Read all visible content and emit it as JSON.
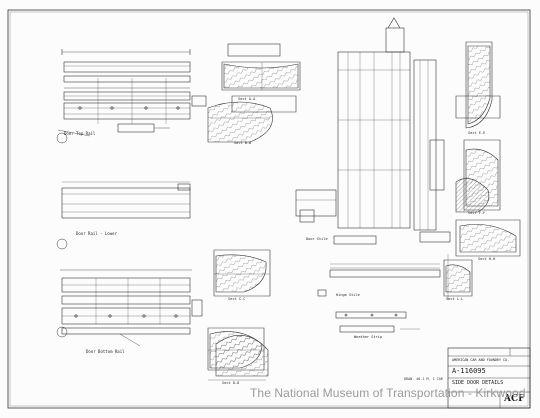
{
  "watermark": "The National Museum of Transportation - Kirkwood",
  "title_block": {
    "company": "AMERICAN CAR AND FOUNDRY CO.",
    "drawing_number": "A-116095",
    "title": "SIDE DOOR DETAILS",
    "logo": "ACF",
    "car_note": "DRAW. 40.1 M. 1 CAR"
  },
  "labels": {
    "top_rail": "Door Top Rail",
    "lower_rail": "Door Rail - Lower",
    "bottom_rail": "Door Bottom Rail",
    "sect_a": "Sect A-A",
    "sect_b": "Sect B-B",
    "sect_c": "Sect C-C",
    "sect_d": "Sect D-D",
    "sect_e": "Sect E-E",
    "sect_f": "Sect F-F",
    "sect_h": "Sect H-H",
    "sect_l": "Sect L-L",
    "door_stile": "Door Stile",
    "hinge_stile": "Hinge Stile",
    "weather_strip": "Weather Strip"
  }
}
